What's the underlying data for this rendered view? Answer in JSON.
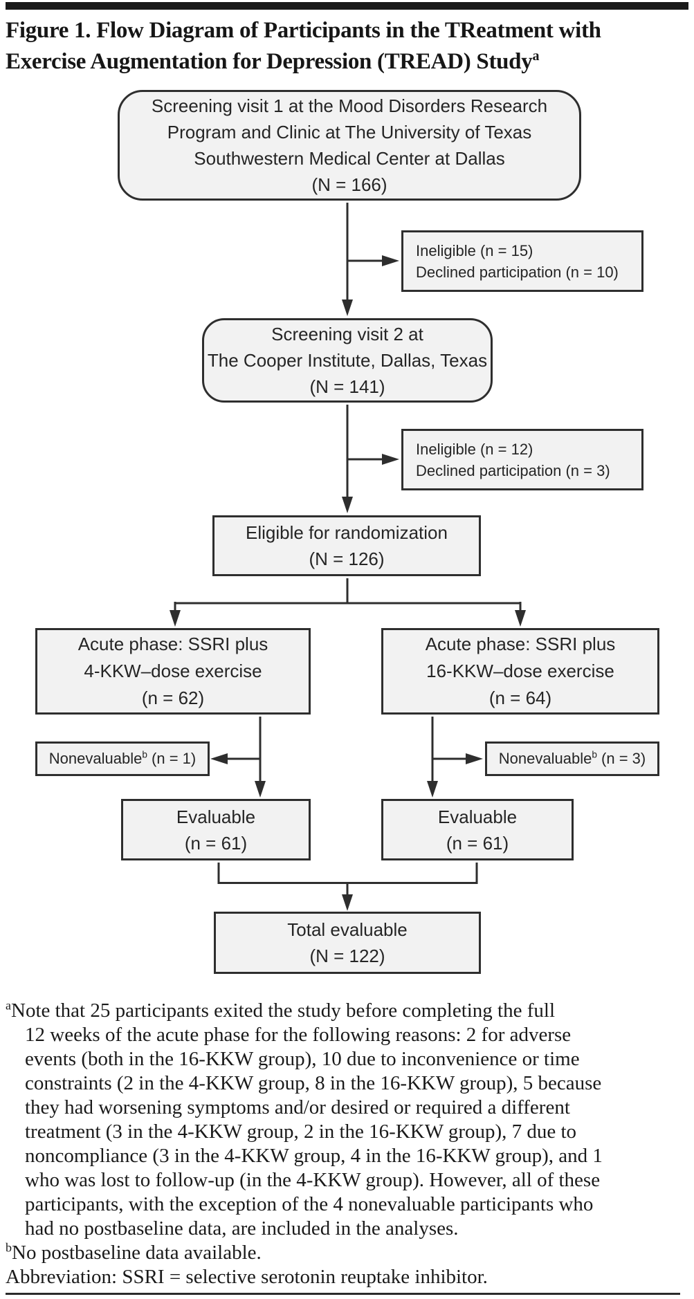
{
  "title": {
    "line1": "Figure 1. Flow Diagram of Participants in the TReatment with",
    "line2": "Exercise Augmentation for Depression (TREAD) Study",
    "line2_sup": "a"
  },
  "flow": {
    "screening1": "Screening visit 1 at the Mood Disorders Research\nProgram and Clinic at The University of Texas\nSouthwestern Medical Center at Dallas\n(N = 166)",
    "exclusion1": "Ineligible (n = 15)\nDeclined participation (n = 10)",
    "screening2": "Screening visit 2 at\nThe Cooper Institute, Dallas, Texas\n(N = 141)",
    "exclusion2": "Ineligible (n = 12)\nDeclined participation (n = 3)",
    "eligible": "Eligible for randomization\n(N = 126)",
    "acute_4kkw": "Acute phase: SSRI plus\n4-KKW–dose exercise\n(n = 62)",
    "acute_16kkw": "Acute phase: SSRI plus\n16-KKW–dose exercise\n(n = 64)",
    "noneval_left": {
      "pre": "Nonevaluable",
      "sup": "b",
      "post": " (n = 1)"
    },
    "noneval_right": {
      "pre": "Nonevaluable",
      "sup": "b",
      "post": " (n = 3)"
    },
    "evaluable_left": "Evaluable\n(n = 61)",
    "evaluable_right": "Evaluable\n(n = 61)",
    "total": "Total evaluable\n(N = 122)"
  },
  "footnotes": {
    "a_sup": "a",
    "a_lines": [
      "Note that 25 participants exited the study before completing the full",
      "12 weeks of the acute phase for the following reasons: 2 for adverse",
      "events (both in the 16-KKW group), 10 due to inconvenience or time",
      "constraints (2 in the 4-KKW group, 8 in the 16-KKW group), 5 because",
      "they had worsening symptoms and/or desired or required a different",
      "treatment (3 in the 4-KKW group, 2 in the 16-KKW group), 7 due to",
      "noncompliance (3 in the 4-KKW group, 4 in the 16-KKW group), and 1",
      "who was lost to follow-up (in the 4-KKW group). However, all of these",
      "participants, with the exception of the 4 nonevaluable participants who",
      "had no postbaseline data, are included in the analyses."
    ],
    "b_sup": "b",
    "b_text": "No postbaseline data available.",
    "abbreviation": "Abbreviation: SSRI = selective serotonin reuptake inhibitor."
  },
  "colors": {
    "box_fill": "#f2f2f2",
    "box_border": "#2e2e2e",
    "text": "#231f20",
    "rule": "#1a1a1a"
  }
}
